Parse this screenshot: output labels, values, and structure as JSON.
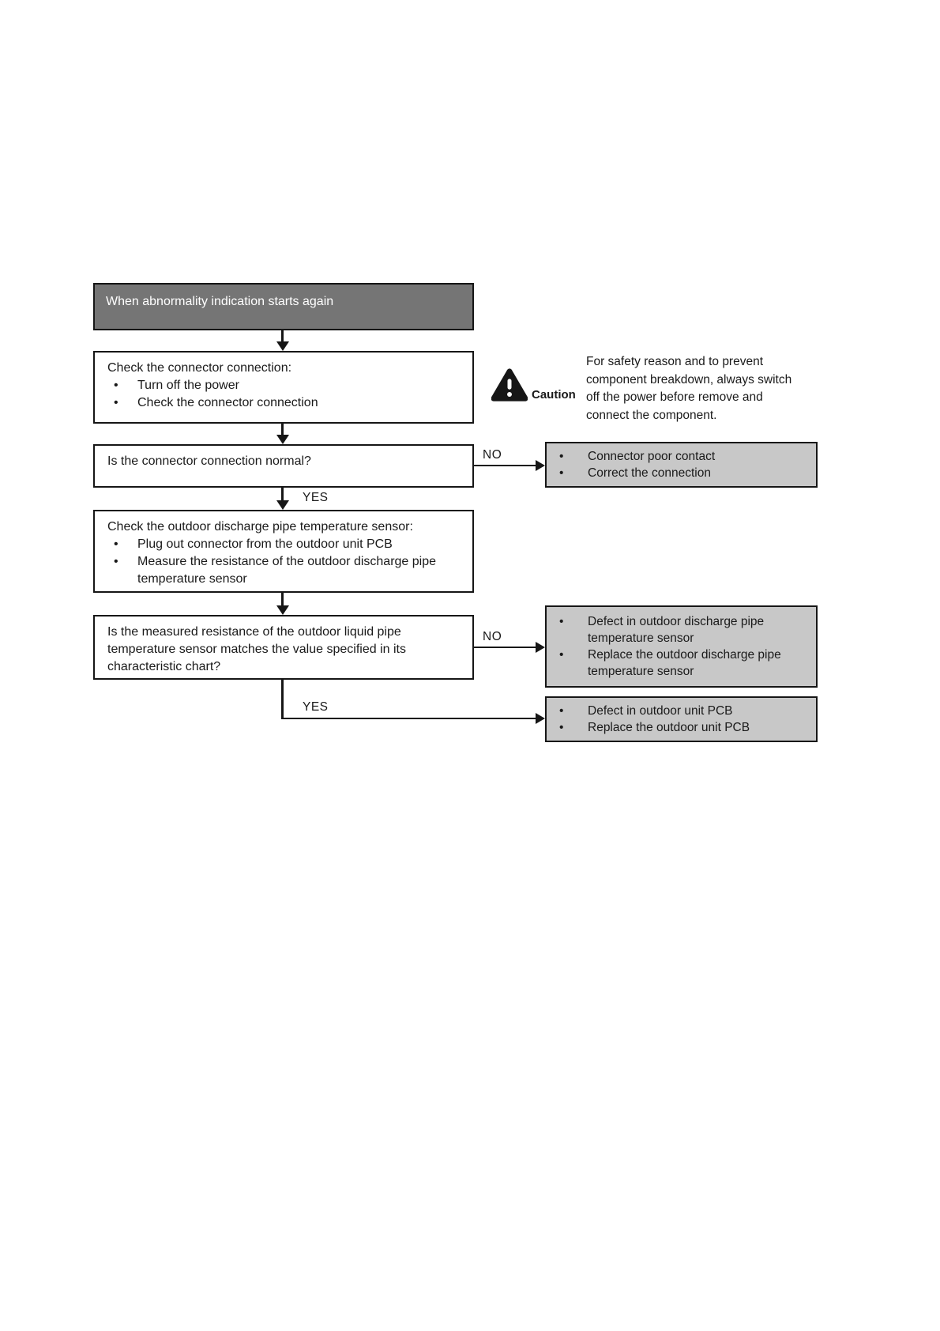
{
  "glyphs": {
    "bullet": "•"
  },
  "colors": {
    "start_box_bg": "#757575",
    "start_box_text": "#ffffff",
    "outcome_box_bg": "#c8c8c8",
    "border": "#161616",
    "page_bg": "#ffffff"
  },
  "flowchart": {
    "start": "When abnormality indication starts again",
    "caution": {
      "label": "Caution",
      "text": "For safety reason and to prevent component breakdown, always switch off the power before remove and connect the component."
    },
    "labels": {
      "no": "NO",
      "yes": "YES"
    },
    "check_connector": {
      "title": "Check the connector connection:",
      "bullets": [
        "Turn off the power",
        "Check the connector connection"
      ]
    },
    "q_connector_normal": "Is the connector connection normal?",
    "outcome_connector": [
      "Connector poor contact",
      "Correct the connection"
    ],
    "check_sensor": {
      "title": "Check the outdoor discharge pipe temperature sensor:",
      "bullets": [
        "Plug out connector from the outdoor unit PCB",
        "Measure the resistance of the outdoor discharge pipe temperature sensor"
      ]
    },
    "q_resistance_match": "Is the measured resistance of the outdoor liquid pipe temperature sensor matches the value specified in its characteristic chart?",
    "outcome_sensor": [
      "Defect in outdoor discharge pipe temperature sensor",
      "Replace the outdoor discharge pipe temperature sensor"
    ],
    "outcome_pcb": [
      "Defect in outdoor unit PCB",
      "Replace the outdoor unit PCB"
    ]
  }
}
